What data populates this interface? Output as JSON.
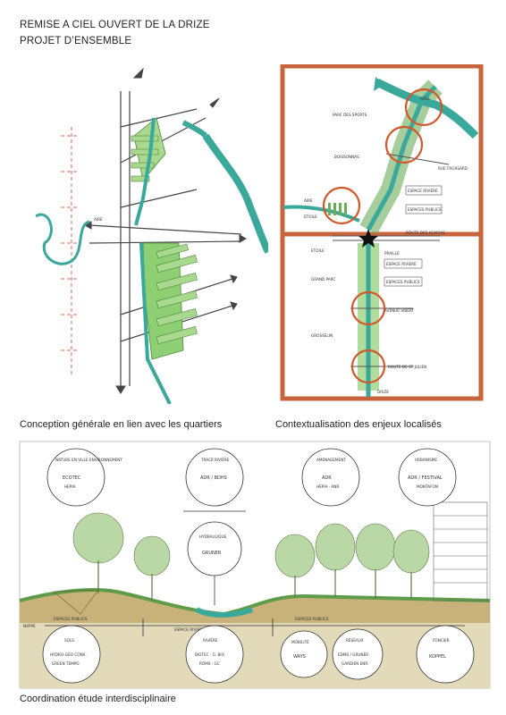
{
  "header": {
    "title_line1": "REMISE A CIEL OUVERT DE LA DRIZE",
    "title_line2": "PROJET D’ENSEMBLE"
  },
  "captions": {
    "left": "Conception générale en lien avec les quartiers",
    "right": "Contextualisation des enjeux localisés",
    "bottom": "Coordination étude interdisciplinaire"
  },
  "context_map": {
    "labels": {
      "arve": "ARVE",
      "parc_des_sports": "PARC DES SPORTS",
      "boissonnas": "BOISSONNAS",
      "rue_frossard": "RUE FROSSARD",
      "aire": "AIRE",
      "espace_riviere_1": "ESPACE RIVIERE",
      "espaces_publics_1": "ESPACES PUBLICS",
      "etoile_1": "ETOILE",
      "route_des_acacias": "ROUTE DES ACACIAS",
      "etoile_2": "ETOILE",
      "praille": "PRAILLE",
      "espace_riviere_2": "ESPACE RIVIERE",
      "espaces_publics_2": "ESPACES PUBLICS",
      "grand_parc": "GRAND PARC",
      "avenue_vibert": "AVENUE VIBERT",
      "grosselin": "GROSSELIN",
      "route_st_julien": "ROUTE DE ST-JULIEN",
      "drize": "DRIZE"
    }
  },
  "section": {
    "bubbles_top": [
      {
        "title": "NATURE EN VILLE ENVIRONNEMENT",
        "content": "ECOTEC",
        "sub": "HEPIA"
      },
      {
        "title": "TRACÉ RIVIÈRE",
        "content": "ADR / BDHS"
      },
      {
        "title": "AMENAGEMENT",
        "content": "ADR",
        "sub": "HEPIA · ANR"
      },
      {
        "title": "URBANISME",
        "content": "ADR / FESTIVAL",
        "sub": "MONTAFON"
      }
    ],
    "bubble_mid": {
      "title": "HYDRAULIQUE",
      "content": "GRUNER"
    },
    "bubbles_bottom": [
      {
        "title": "SOLS",
        "content": "HYDRO-GEO CONS.",
        "sub": "GREEN TEMPO"
      },
      {
        "title": "RIVIÈRE",
        "content": "BIOTEC : G. BIO",
        "sub": "ROMS : GC"
      },
      {
        "title": "MOBILITÉ",
        "content": "WAYS"
      },
      {
        "title": "RÉSEAUX",
        "content": "EDMS / GRUNER",
        "sub": "GARDIEN ENR."
      },
      {
        "title": "FONCIER",
        "content": "KOPPEL"
      }
    ],
    "labels": {
      "nappe": "NAPPE",
      "espaces_publics_left": "ESPACES PUBLICS",
      "espace_riviere": "ESPACE RIVIERE",
      "espaces_publics_right": "ESPACES PUBLICS"
    }
  },
  "colors": {
    "river": "#3aa89a",
    "green_light": "#a9d88f",
    "green_dark": "#5f9c4a",
    "frame_red": "#c8643c",
    "circle_orange": "#d4572a",
    "soil": "#c9b27a"
  }
}
